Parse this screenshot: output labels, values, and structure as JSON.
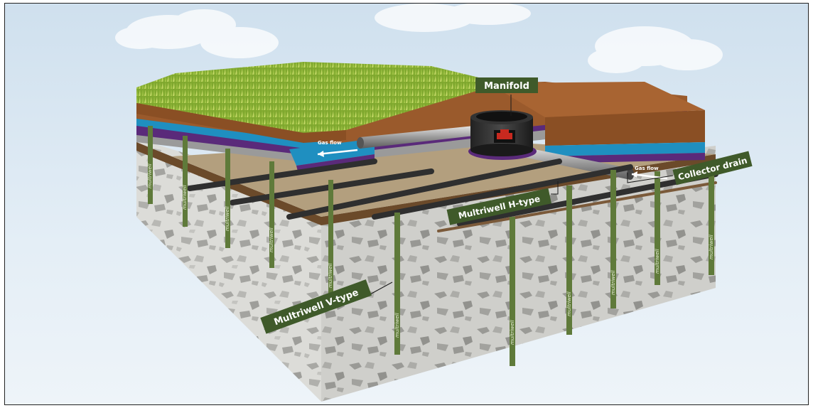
{
  "labels": {
    "manifold": "Manifold",
    "collector_drain": "Collector drain",
    "h_type": "Multriwell H-type",
    "v_type": "Multriwell V-type",
    "gas_flow_left": "Gas flow",
    "gas_flow_right": "Gas flow",
    "well_stamp": "multriwell"
  },
  "colors": {
    "label_bg": "#3f5a2a",
    "sky": "#dfeaf4",
    "grass": "#8fb33a",
    "topsoil": "#9a5a2c",
    "blue_layer": "#1f8fc0",
    "purple_layer": "#5a2a7a",
    "soil_fill": "#b4a080",
    "rock": "#d8d8d4",
    "well_strip": "#5f7a3a"
  },
  "icons": [
    "arrow-left-icon",
    "arrow-left-icon"
  ]
}
